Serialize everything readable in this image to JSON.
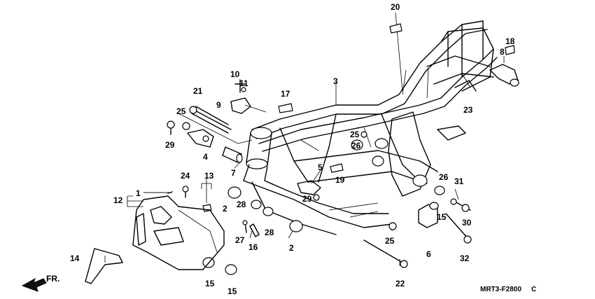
{
  "diagram": {
    "front_label": "FR.",
    "code": "MRT3-F2800",
    "code_suffix": "C",
    "callouts": {
      "c20": "20",
      "c18": "18",
      "c8": "8",
      "c10": "10",
      "c11": "11",
      "c3": "3",
      "c21": "21",
      "c9": "9",
      "c17": "17",
      "c23": "23",
      "c25a": "25",
      "c25b": "25",
      "c25c": "25",
      "c29a": "29",
      "c29b": "29",
      "c4": "4",
      "c7": "7",
      "c26a": "26",
      "c26b": "26",
      "c5": "5",
      "c19": "19",
      "c31": "31",
      "c24": "24",
      "c13": "13",
      "c1": "1",
      "c12": "12",
      "c2a": "2",
      "c2b": "2",
      "c28a": "28",
      "c28b": "28",
      "c27": "27",
      "c16": "16",
      "c15a": "15",
      "c15b": "15",
      "c15c": "15",
      "c30": "30",
      "c6": "6",
      "c32": "32",
      "c14": "14",
      "c22": "22"
    }
  }
}
